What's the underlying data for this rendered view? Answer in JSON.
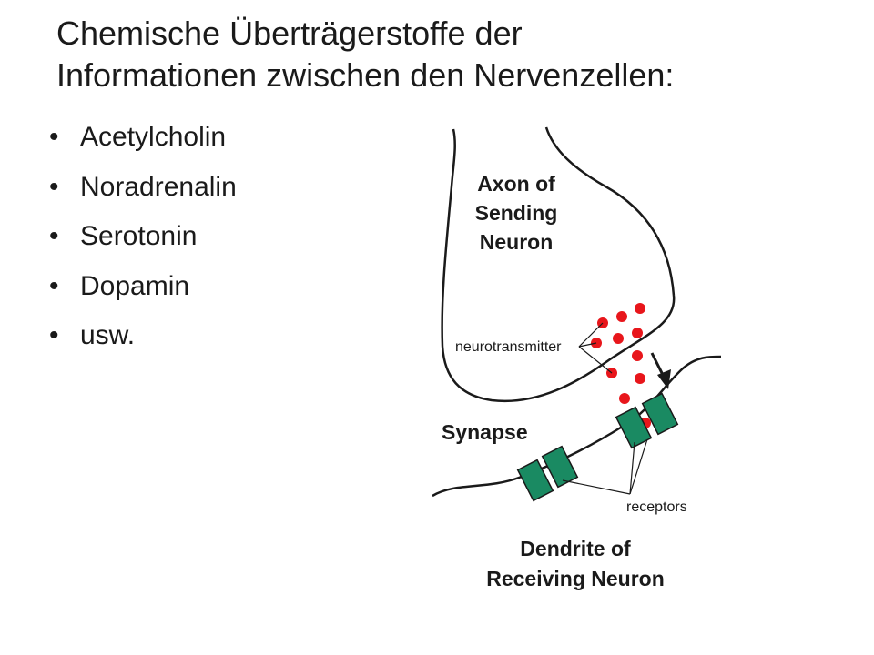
{
  "title": {
    "line1": "Chemische Überträgerstoffe der",
    "line2": "Informationen zwischen den Nervenzellen:"
  },
  "bullets": [
    "Acetylcholin",
    "Noradrenalin",
    "Serotonin",
    "Dopamin",
    "usw."
  ],
  "bullet_glyph": "•",
  "diagram": {
    "axon_label": [
      "Axon of",
      "Sending",
      "Neuron"
    ],
    "neurotransmitter_label": "neurotransmitter",
    "synapse_label": "Synapse",
    "receptors_label": "receptors",
    "dendrite_label": [
      "Dendrite of",
      "Receiving Neuron"
    ],
    "colors": {
      "neurotransmitter": "#e8161b",
      "receptor": "#1a8a62",
      "outline": "#1a1a1a"
    }
  }
}
